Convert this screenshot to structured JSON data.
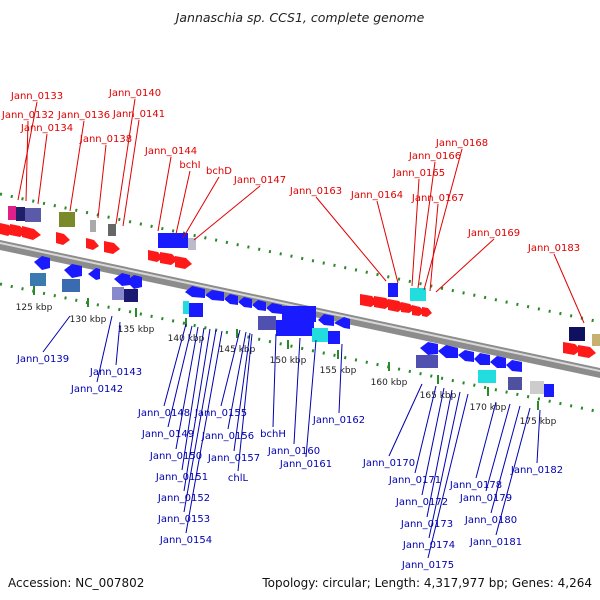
{
  "title": "Jannaschia sp. CCS1, complete genome",
  "footer": {
    "accession": "Accession: NC_007802",
    "summary": "Topology: circular; Length: 4,317,977 bp; Genes: 4,264"
  },
  "colors": {
    "top_label": "#e00000",
    "bottom_label": "#0000b0",
    "backbone": "#8c8c8c",
    "tick": "#2a8a2a",
    "forward_arrow": "#ff1a1a",
    "reverse_arrow": "#1a1aff"
  },
  "axis": {
    "ticks_kbp": [
      125,
      130,
      135,
      140,
      145,
      150,
      155,
      160,
      165,
      170,
      175
    ],
    "tick_labels": [
      "125 kbp",
      "130 kbp",
      "135 kbp",
      "140 kbp",
      "145 kbp",
      "150 kbp",
      "155 kbp",
      "160 kbp",
      "165 kbp",
      "170 kbp",
      "175 kbp"
    ]
  },
  "top_genes": [
    "Jann_0133",
    "Jann_0132",
    "Jann_0134",
    "Jann_0136",
    "Jann_0140",
    "Jann_0141",
    "Jann_0138",
    "Jann_0144",
    "bchI",
    "bchD",
    "Jann_0147",
    "Jann_0163",
    "Jann_0164",
    "Jann_0165",
    "Jann_0166",
    "Jann_0168",
    "Jann_0167",
    "Jann_0169",
    "Jann_0183"
  ],
  "bottom_genes": [
    "Jann_0139",
    "Jann_0143",
    "Jann_0142",
    "Jann_0148",
    "Jann_0155",
    "Jann_0149",
    "Jann_0156",
    "Jann_0150",
    "Jann_0157",
    "Jann_0151",
    "chlL",
    "Jann_0152",
    "Jann_0153",
    "Jann_0154",
    "bchH",
    "Jann_0160",
    "Jann_0161",
    "Jann_0162",
    "Jann_0170",
    "Jann_0171",
    "Jann_0172",
    "Jann_0173",
    "Jann_0174",
    "Jann_0175",
    "Jann_0178",
    "Jann_0179",
    "Jann_0180",
    "Jann_0181",
    "Jann_0182"
  ]
}
